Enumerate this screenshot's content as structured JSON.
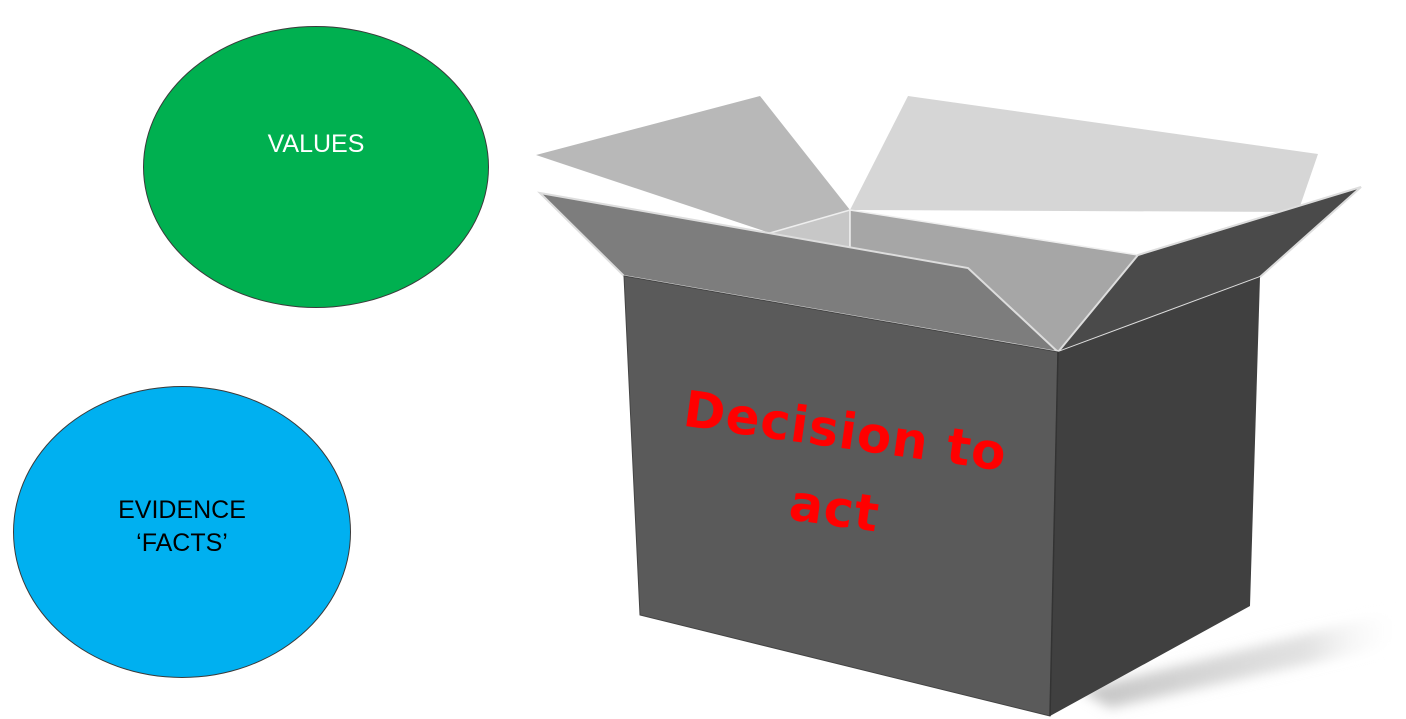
{
  "values_circle": {
    "label": "VALUES",
    "fill": "#00B050"
  },
  "evidence_circle": {
    "label_line1": "EVIDENCE",
    "label_line2": "‘FACTS’",
    "fill": "#00B0F0"
  },
  "decision_box": {
    "label_line1": "Decision to",
    "label_line2": "act",
    "text_color": "#FF0000",
    "front_color": "#5A5A5A",
    "side_color": "#404040"
  }
}
